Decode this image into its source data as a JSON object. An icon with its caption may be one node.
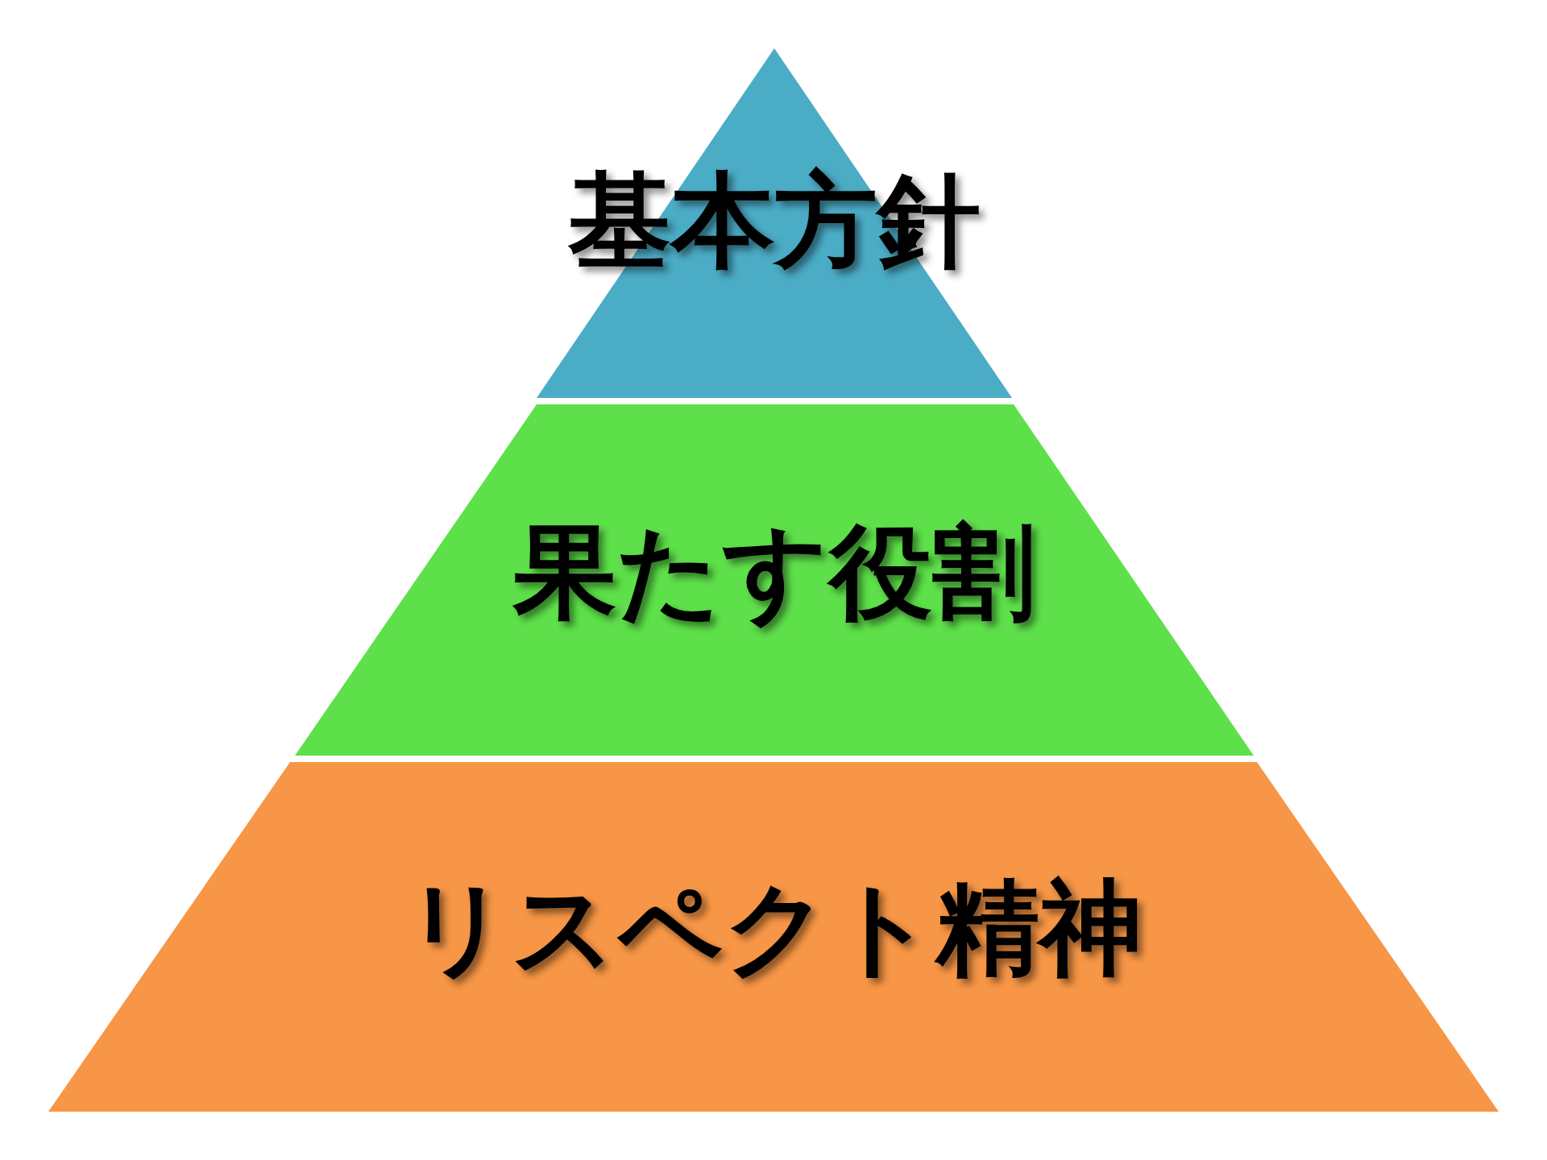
{
  "diagram": {
    "nodes": [
      {
        "text": [
          "基本方針"
        ]
      },
      {
        "text": [
          "果たす役割"
        ]
      },
      {
        "text": [
          "リスペクト精神"
        ]
      }
    ]
  }
}
